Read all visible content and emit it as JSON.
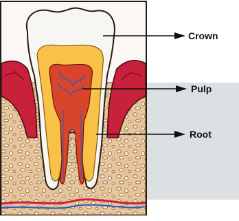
{
  "labels": {
    "crown": "Crown",
    "pulp": "Pulp",
    "root": "Root"
  },
  "colors": {
    "enamel": "#f6f6f2",
    "dentin": "#f7c247",
    "pulp": "#d8452a",
    "gum": "#c8213b",
    "bone": "#e7c59b",
    "bone_pores": "#f7efdf",
    "highlight_band": "#dde0e3",
    "outline": "#2a1a12"
  }
}
